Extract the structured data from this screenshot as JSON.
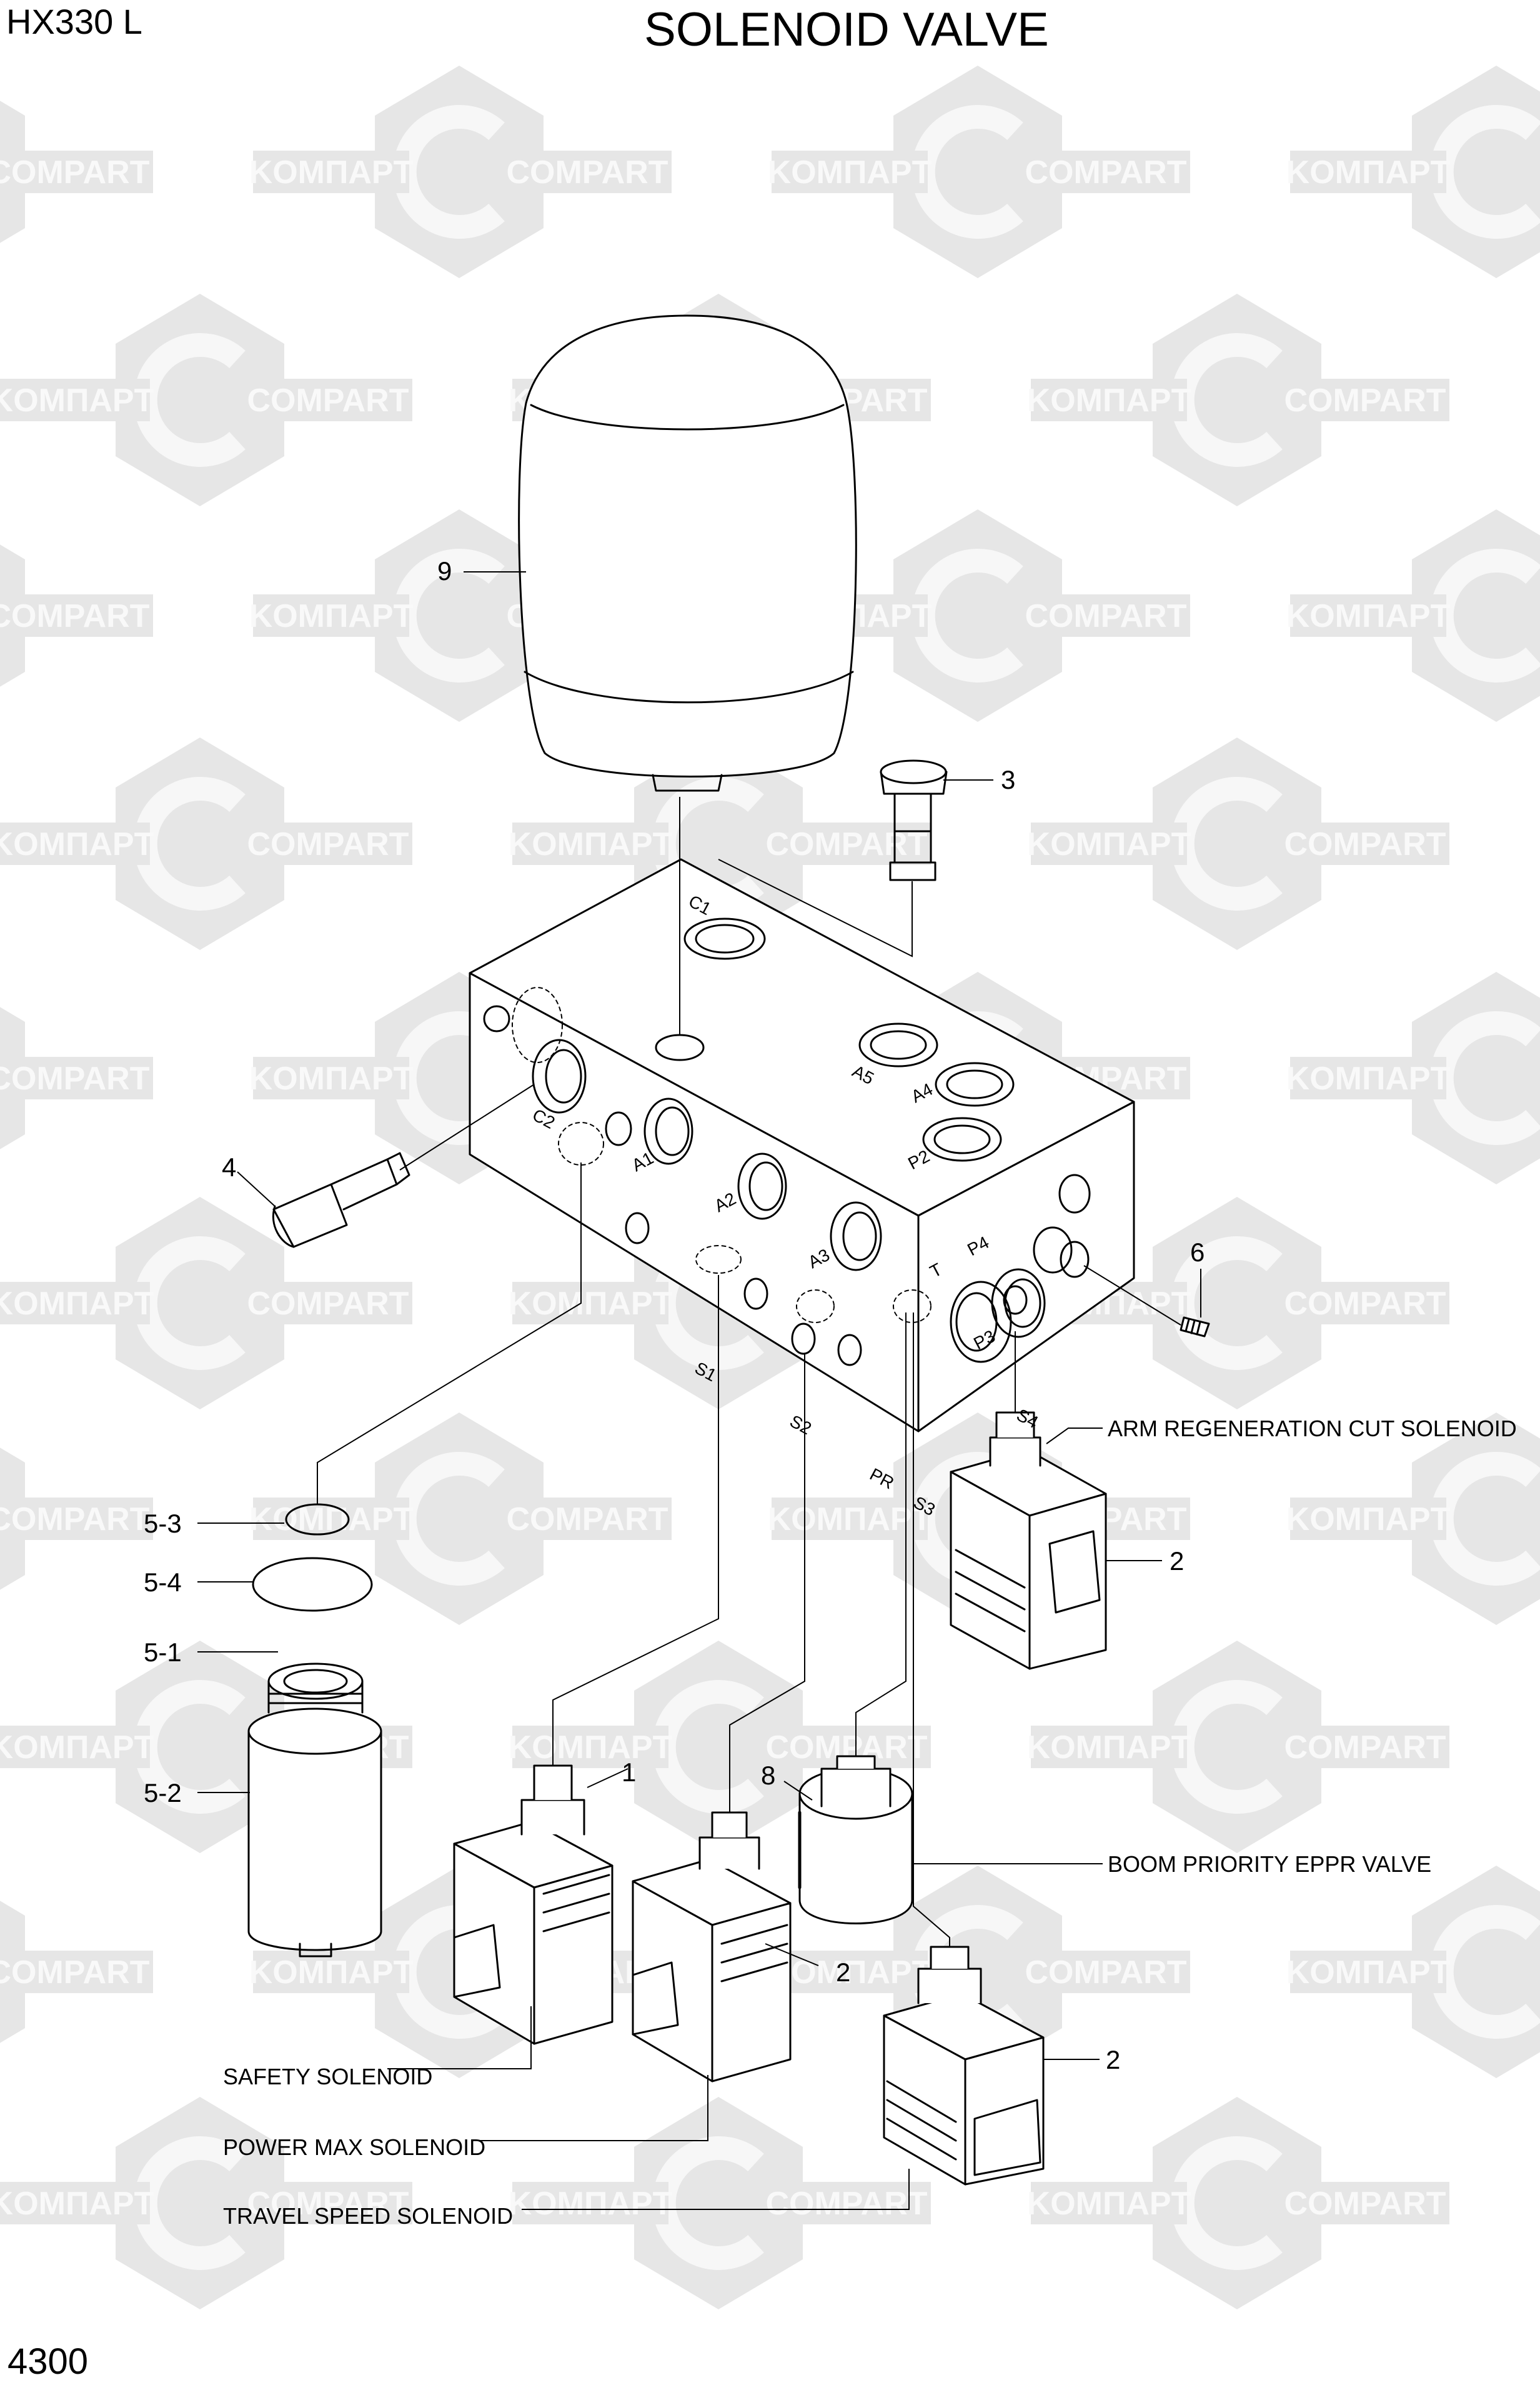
{
  "header": {
    "model": "HX330 L",
    "title": "SOLENOID VALVE"
  },
  "footer": {
    "page_number": "4300"
  },
  "watermark": {
    "texts": [
      "KOMПAPT",
      "COMPART"
    ]
  },
  "callouts": {
    "n9": "9",
    "n3": "3",
    "n4": "4",
    "n6": "6",
    "n5_3": "5-3",
    "n5_4": "5-4",
    "n5_1": "5-1",
    "n5_2": "5-2",
    "n1": "1",
    "n8": "8",
    "n2_arm": "2",
    "n2_power": "2",
    "n2_travel": "2"
  },
  "port_labels": {
    "c1": "C1",
    "c2": "C2",
    "a1": "A1",
    "a2": "A2",
    "a3": "A3",
    "a4": "A4",
    "a5": "A5",
    "p2": "P2",
    "p3": "P3",
    "p4": "P4",
    "t": "T",
    "s1": "S1",
    "s2": "S2",
    "s3": "S3",
    "s4": "S4",
    "pr": "PR"
  },
  "component_labels": {
    "arm_regeneration": "ARM REGENERATION CUT SOLENOID",
    "boom_priority": "BOOM PRIORITY EPPR VALVE",
    "safety": "SAFETY SOLENOID",
    "power_max": "POWER MAX SOLENOID",
    "travel_speed": "TRAVEL SPEED SOLENOID"
  }
}
